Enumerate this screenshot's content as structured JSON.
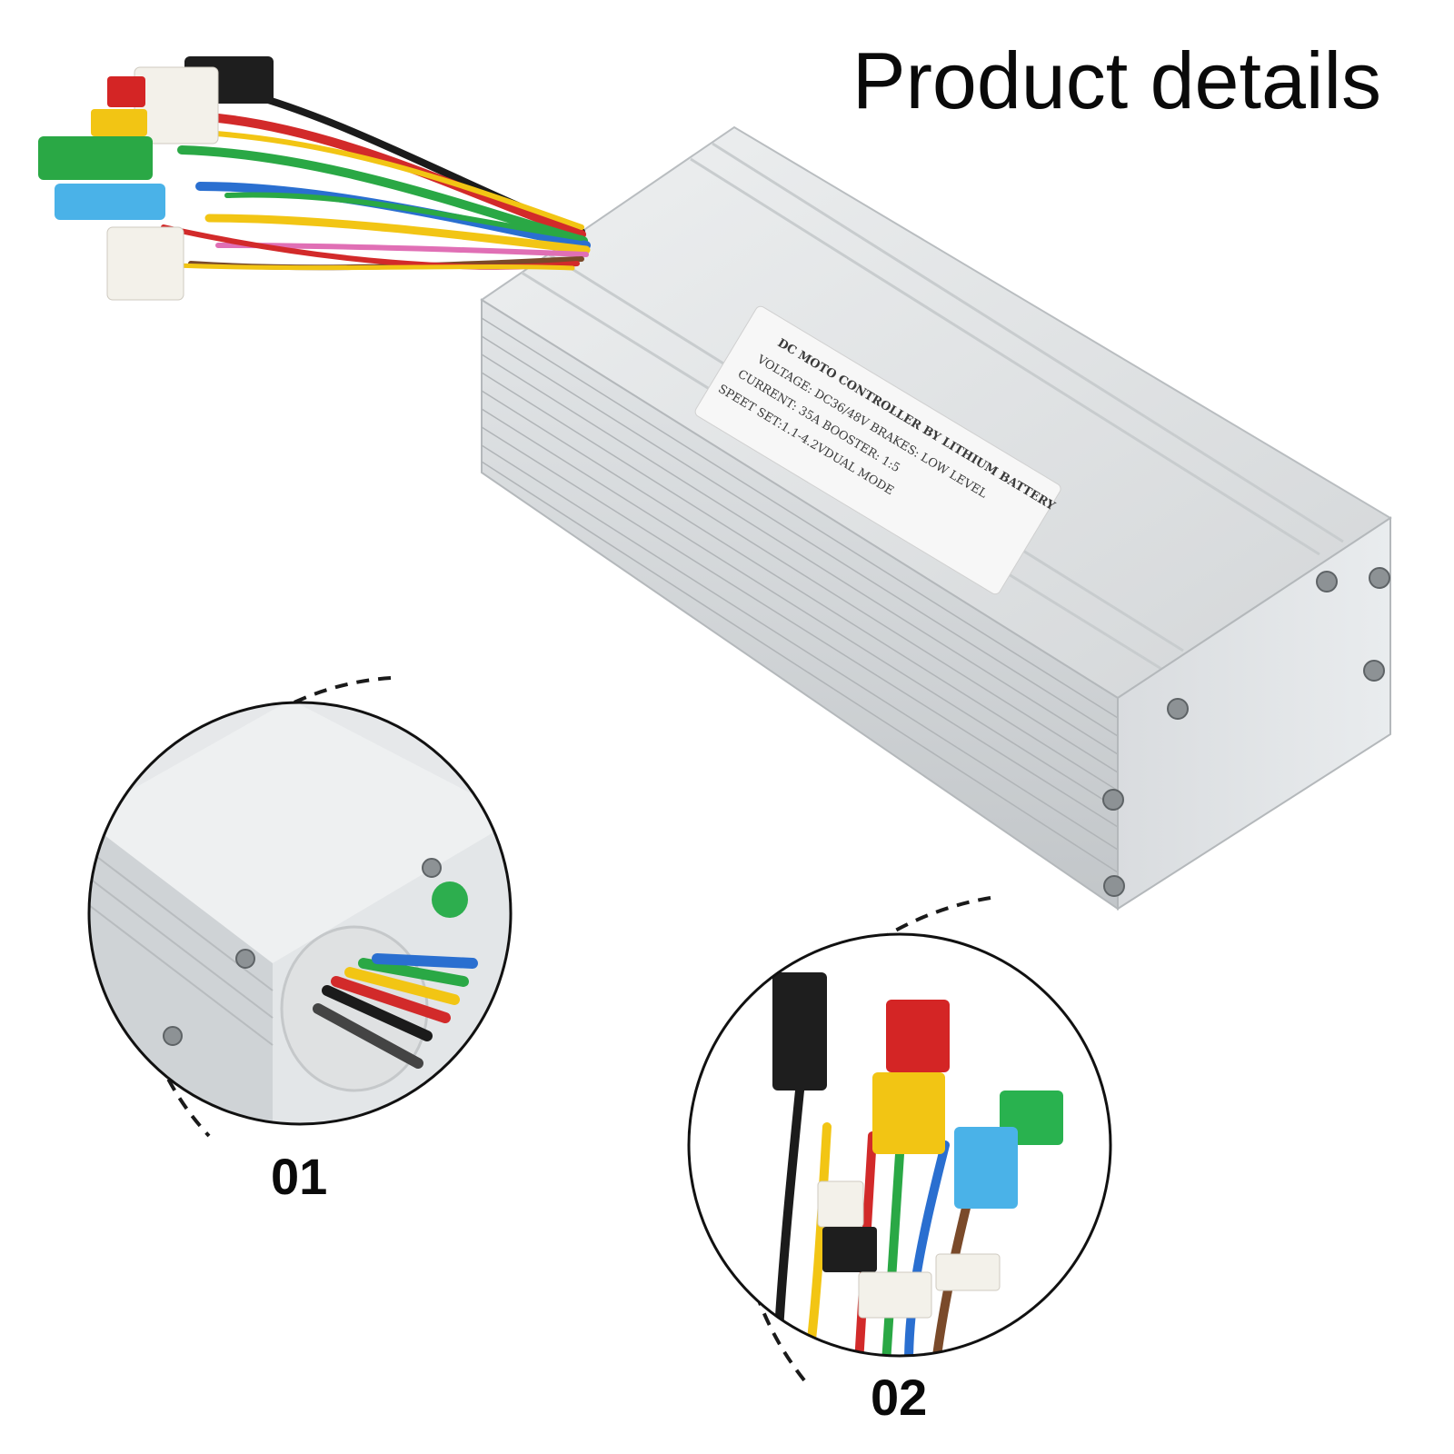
{
  "header": {
    "title": "Product details"
  },
  "product_label": {
    "line1": "DC MOTO CONTROLLER BY LITHIUM BATTERY",
    "line2": "VOLTAGE: DC36/48V        BRAKES: LOW LEVEL",
    "line3": "CURRENT: 35A               BOOSTER: 1:5",
    "line4": "SPEET SET:1.1-4.2VDUAL MODE"
  },
  "callouts": [
    {
      "number": "01"
    },
    {
      "number": "02"
    }
  ],
  "colors": {
    "background": "#ffffff",
    "housing": "#d9dcde",
    "wire_red": "#d22a2a",
    "wire_yellow": "#f2c514",
    "wire_green": "#2aa845",
    "wire_blue": "#2a6fd0",
    "wire_black": "#1b1b1b",
    "connector_blue": "#4ab2e8",
    "connector_green": "#29b24f",
    "indicator_green": "#2dae4e"
  }
}
